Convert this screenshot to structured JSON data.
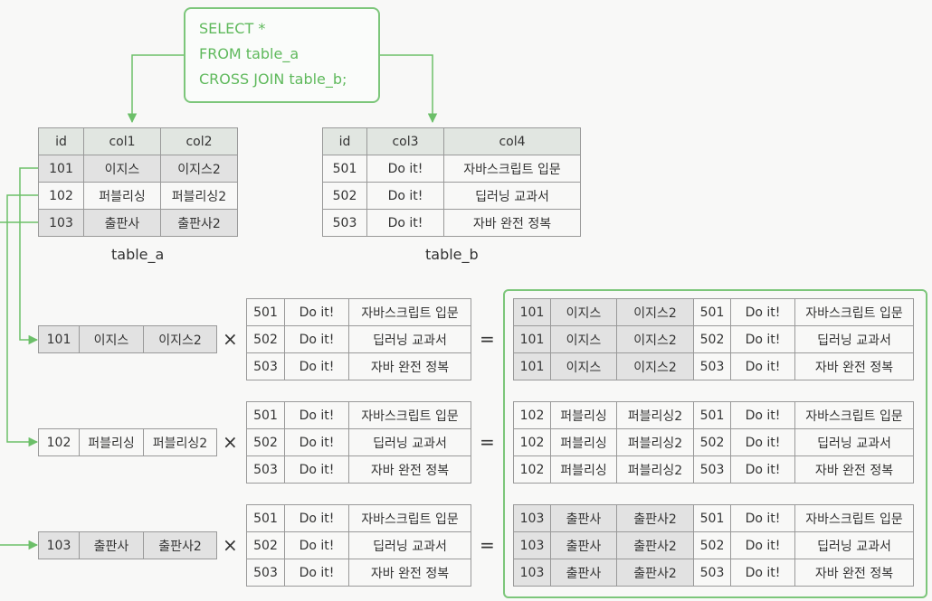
{
  "query": {
    "line1": "SELECT *",
    "line2": "FROM table_a",
    "line3": "CROSS JOIN table_b;"
  },
  "table_a": {
    "caption": "table_a",
    "headers": [
      "id",
      "col1",
      "col2"
    ],
    "rows": [
      [
        "101",
        "이지스",
        "이지스2"
      ],
      [
        "102",
        "퍼블리싱",
        "퍼블리싱2"
      ],
      [
        "103",
        "출판사",
        "출판사2"
      ]
    ]
  },
  "table_b": {
    "caption": "table_b",
    "headers": [
      "id",
      "col3",
      "col4"
    ],
    "rows": [
      [
        "501",
        "Do it!",
        "자바스크립트 입문"
      ],
      [
        "502",
        "Do it!",
        "딥러닝 교과서"
      ],
      [
        "503",
        "Do it!",
        "자바 완전 정복"
      ]
    ]
  },
  "operators": {
    "times": "×",
    "equals": "="
  },
  "colors": {
    "accent": "#6cbf69",
    "header_bg": "#e1e6e1",
    "row_highlight": "#e2e2e2"
  }
}
